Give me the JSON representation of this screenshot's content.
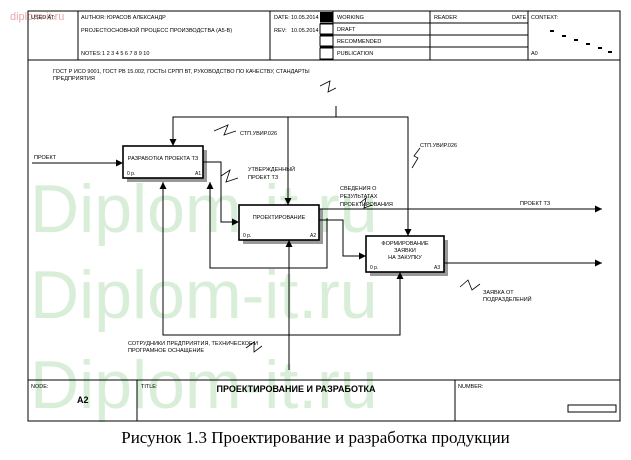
{
  "watermark": {
    "corner": "diplom-it.ru",
    "large": "Diplom-it.ru"
  },
  "header": {
    "used_at_label": "USED AT:",
    "author_label": "AUTHOR:",
    "author": "ЮРАСОВ АЛЕКСАНДР",
    "project_label": "PROJECT:",
    "project": "ОСНОВНОЙ ПРОЦЕСС ПРОИЗВОДСТВА (А5-В)",
    "notes_label": "NOTES:",
    "notes": "1 2 3 4 5 6 7 8 9 10",
    "date_label": "DATE:",
    "date": "10.05.2014",
    "rev_label": "REV:",
    "rev": "10.05.2014",
    "status": [
      "WORKING",
      "DRAFT",
      "RECOMMENDED",
      "PUBLICATION"
    ],
    "reader_label": "READER",
    "reader_date_label": "DATE",
    "context_label": "CONTEXT:",
    "context_node": "A0"
  },
  "boxes": [
    {
      "id": "A1",
      "title": "РАЗРАБОТКА ПРОЕКТА ТЗ",
      "cost": "0 р."
    },
    {
      "id": "A2",
      "title": "ПРОЕКТИРОВАНИЕ",
      "cost": "0 р."
    },
    {
      "id": "A3",
      "title_lines": [
        "ФОРМИРОВАНИЕ",
        "ЗАЯВКИ",
        "НА ЗАКУПКУ"
      ],
      "cost": "0 р."
    }
  ],
  "arrows": {
    "control_gost_lines": [
      "ГОСТ Р ИСО 9001, ГОСТ РВ 15.002, ГОСТЫ СРПП ВТ, РУКОВОДСТВО ПО КАЧЕСТВУ, СТАНДАРТЫ",
      "ПРЕДПРИЯТИЯ"
    ],
    "stp_uvir_1": "СТП.УВИР.026",
    "stp_uvir_2": "СТП.УВИР.026",
    "input_project": "ПРОЕКТ",
    "approved_tz_lines": [
      "УТВЕРЖДЕННЫЙ",
      "ПРОЕКТ ТЗ"
    ],
    "results_lines": [
      "СВЕДЕНИЯ О",
      "РЕЗУЛЬТАТАХ",
      "ПРОЕКТИРОВАНИЯ"
    ],
    "output_tz": "ПРОЕКТ ТЗ",
    "output_request_lines": [
      "ЗАЯВКА ОТ",
      "ПОДРАЗДЕЛЕНИЙ"
    ],
    "mechanism_lines": [
      "СОТРУДНИКИ ПРЕДПРИЯТИЯ, ТЕХНИЧЕСКОЕ И",
      "ПРОГРАМНОЕ ОСНАЩЕНИЕ"
    ]
  },
  "footer": {
    "node_label": "NODE:",
    "node": "A2",
    "title_label": "TITLE:",
    "title": "ПРОЕКТИРОВАНИЕ И РАЗРАБОТКА",
    "number_label": "NUMBER:"
  },
  "caption": "Рисунок 1.3 Проектирование и разработка продукции"
}
